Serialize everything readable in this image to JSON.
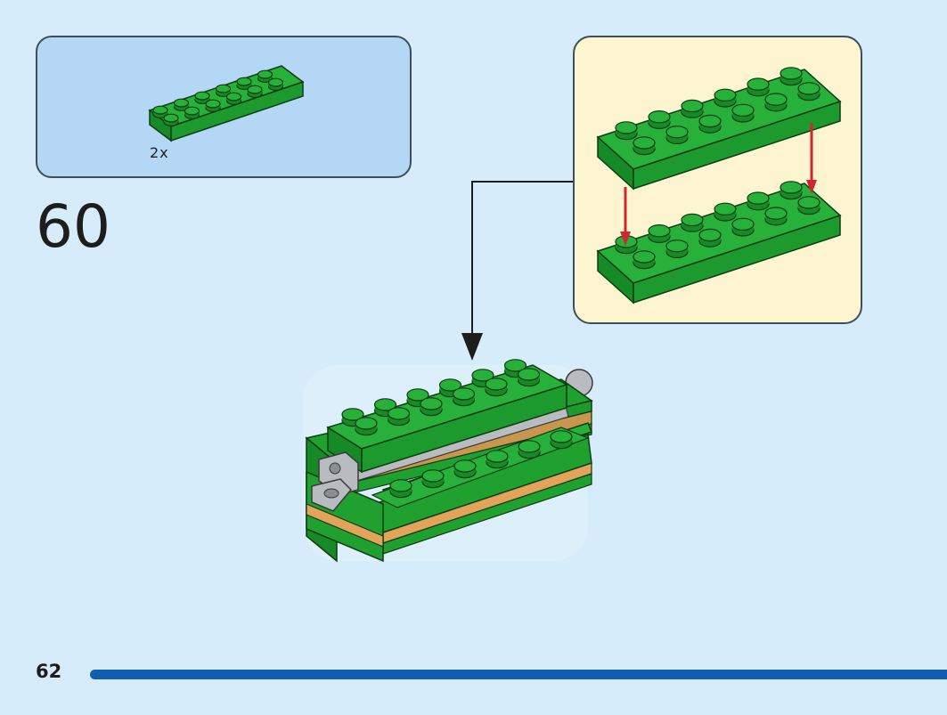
{
  "parts": {
    "quantity_label": "2x",
    "piece": "green plate 2x6",
    "piece_color": "#1fa02f"
  },
  "step": {
    "number": "60"
  },
  "page": {
    "number": "62",
    "progress": 1.0
  },
  "colors": {
    "page_bg": "#d7ecfb",
    "parts_bg": "#b3d7f5",
    "callout_bg": "#fdf5d0",
    "brick_green": "#1fa02f",
    "brick_tan": "#e2a35a",
    "brick_gray": "#b8bcc0",
    "arrow_red": "#d0262d",
    "progress_blue": "#0f5fae"
  },
  "icons": {
    "callout_arrow": "arrow-down-icon",
    "assembly_arrows": "red-arrow-down-icon"
  }
}
